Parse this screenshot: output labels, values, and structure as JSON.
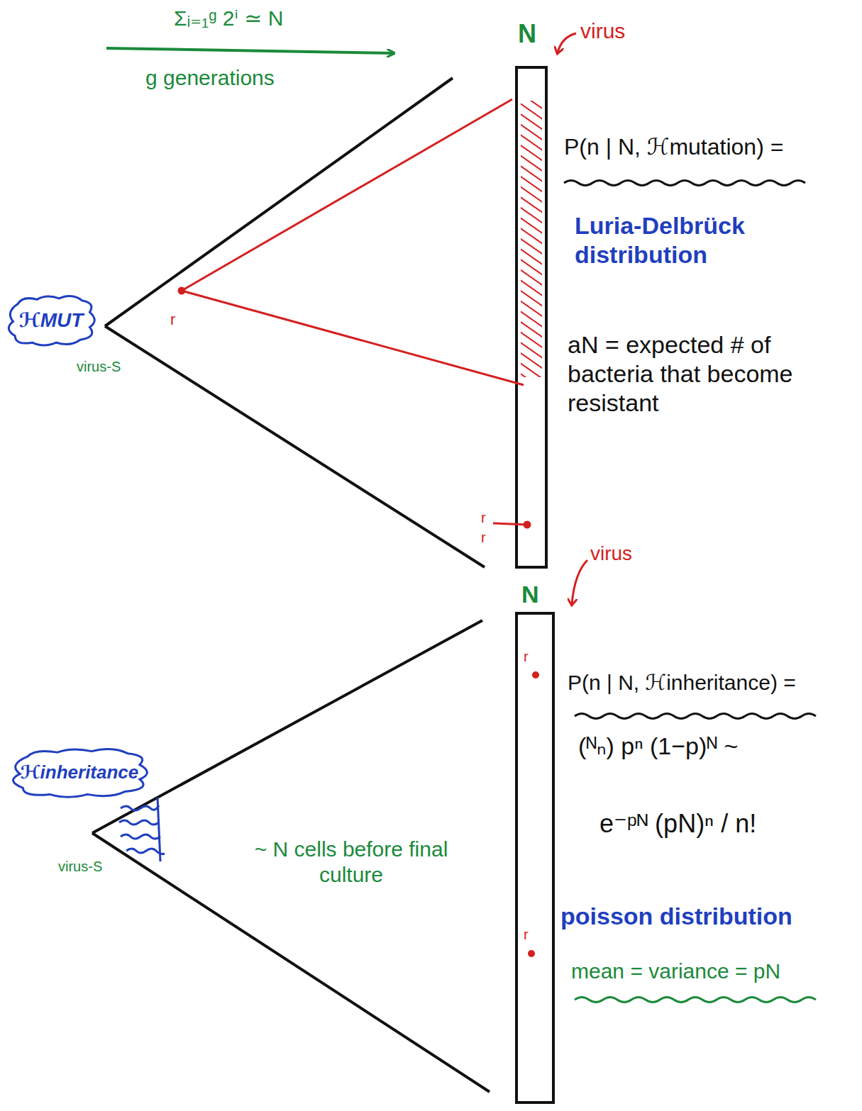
{
  "diagram": {
    "nodes": [
      {
        "text": [
          "ℋMUT"
        ]
      },
      {
        "text": [
          "ℋinheritance"
        ]
      }
    ],
    "labels": [
      "Σᵢ₌₁ᵍ 2ⁱ ≃ N",
      "g generations",
      "N",
      "virus",
      "r",
      "r",
      "r",
      "P(n | N, ℋmutation) =",
      "Luria-Delbrück distribution",
      "aN = expected # of bacteria that become resistant",
      "virus-S",
      "virus",
      "N",
      "r",
      "r",
      "P(n | N, ℋinheritance) =",
      "(ᴺₙ) pⁿ (1−p)ᴺ ~",
      "e⁻ᵖᴺ (pN)ⁿ / n!",
      "poisson distribution",
      "mean = variance = pN",
      "~ N cells before final culture",
      "virus-S"
    ]
  }
}
